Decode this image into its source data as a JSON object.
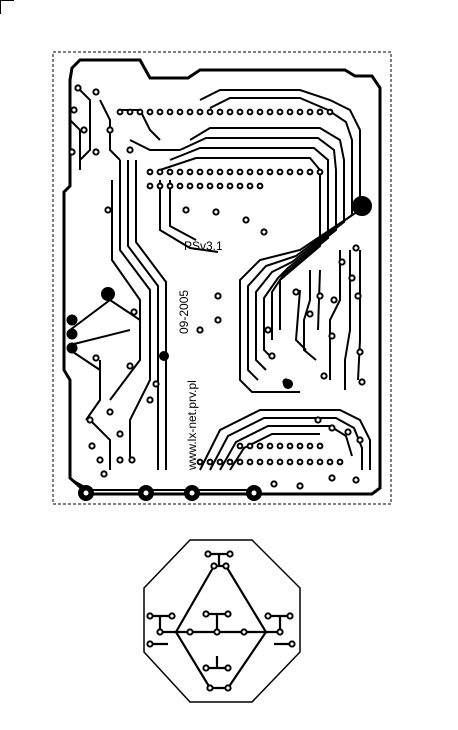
{
  "board": {
    "label_version": "PSv3.1",
    "label_date": "09-2005",
    "label_url": "www.lx-net.prv.pl"
  },
  "colors": {
    "ink": "#000000",
    "paper": "#ffffff"
  }
}
